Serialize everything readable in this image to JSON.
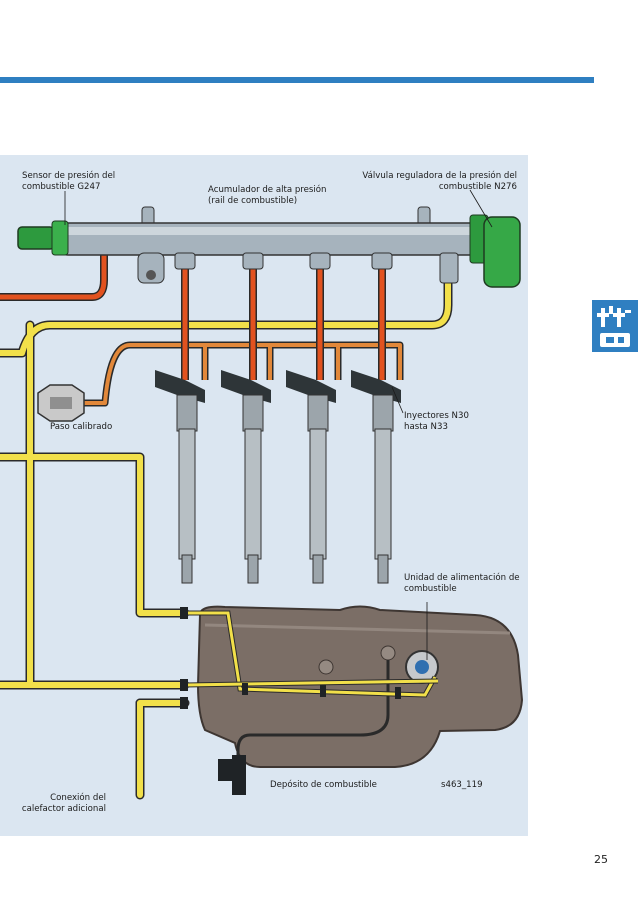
{
  "labels": {
    "sensor": "Sensor de presión del\ncombustible G247",
    "rail": "Acumulador de alta presión\n(rail de combustible)",
    "valve": "Válvula reguladora de la presión del\ncombustible N276",
    "restrictor": "Paso calibrado",
    "injectors": "Inyectores N30\nhasta N33",
    "pump_unit": "Unidad de alimentación de\ncombustible",
    "tank": "Depósito de combustible",
    "figure_id": "s463_119",
    "heater": "Conexión del\ncalefactor adicional"
  },
  "page_number": "25",
  "colors": {
    "accent": "#2f7fc1",
    "background": "#dbe6f1",
    "high_pressure": "#e2521f",
    "return_line": "#f2e04a",
    "rail": "#a6b3bd",
    "valve": "#2d9a3e",
    "tank": "#7b6e66"
  },
  "icons": [
    "engine-injection-icon"
  ]
}
